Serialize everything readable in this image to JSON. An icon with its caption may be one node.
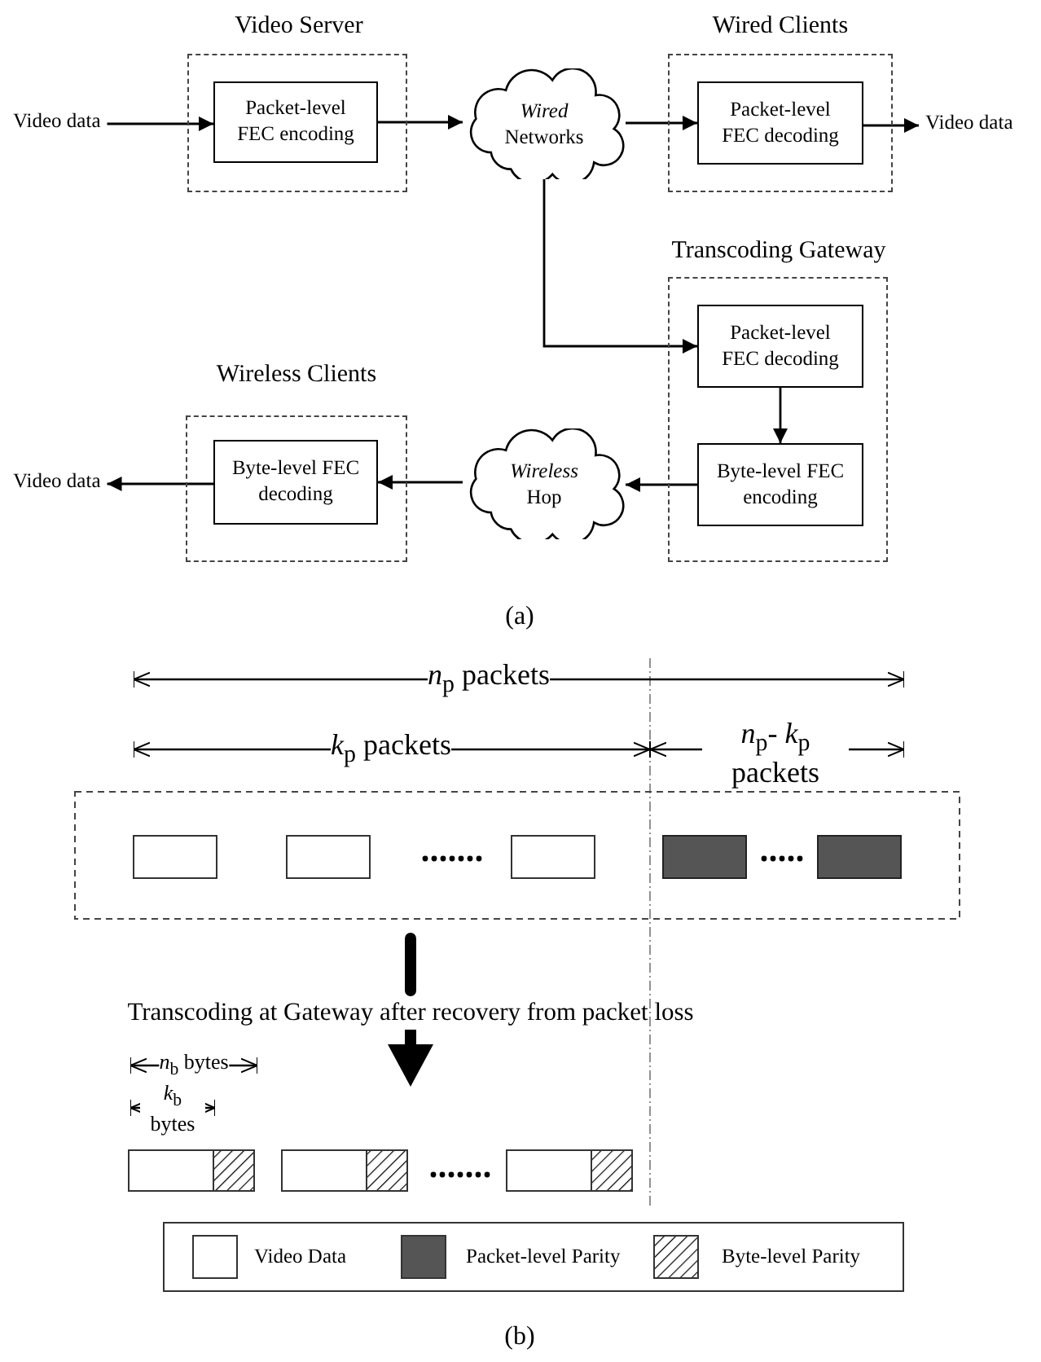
{
  "diagram": {
    "nodes": [
      {
        "text": [
          "Video data"
        ]
      },
      {
        "text": [
          "Video Server"
        ]
      },
      {
        "text": [
          "Packet-level FEC encoding"
        ],
        "in": 1
      },
      {
        "text": [
          "*Wired* Networks"
        ]
      },
      {
        "text": [
          "Wired Clients"
        ]
      },
      {
        "text": [
          "Packet-level FEC decoding"
        ],
        "in": 4
      },
      {
        "text": [
          "Video data"
        ]
      },
      {
        "text": [
          "Transcoding Gateway"
        ]
      },
      {
        "text": [
          "Packet-level FEC decoding"
        ],
        "in": 7
      },
      {
        "text": [
          "Byte-level FEC encoding"
        ],
        "in": 7
      },
      {
        "text": [
          "Wireless Clients"
        ]
      },
      {
        "text": [
          "Byte-level FEC decoding"
        ],
        "in": 10
      },
      {
        "text": [
          "*Wireless* Hop"
        ]
      },
      {
        "text": [
          "Video data"
        ]
      }
    ],
    "edges": [
      {
        "from": 0,
        "to": 2,
        "arrow": "to"
      },
      {
        "from": 2,
        "to": 3,
        "arrow": "to"
      },
      {
        "from": 3,
        "to": 5,
        "arrow": "to"
      },
      {
        "from": 5,
        "to": 6,
        "arrow": "to"
      },
      {
        "from": 3,
        "to": 8,
        "arrow": "to"
      },
      {
        "from": 8,
        "to": 9,
        "arrow": "to"
      },
      {
        "from": 9,
        "to": 12,
        "arrow": "to"
      },
      {
        "from": 12,
        "to": 11,
        "arrow": "to"
      },
      {
        "from": 11,
        "to": 13,
        "arrow": "to"
      }
    ],
    "labels": [
      "(a)",
      "*n*$_{p}$ packets",
      "*k*$_{p}$ packets",
      "*n*$_{p}$- *k*$_{p}$ packets",
      "Transcoding at Gateway after recovery from packet loss",
      "*n*$_{b}$ bytes",
      "*k*$_{b}$ bytes",
      "(b)"
    ],
    "legend": [
      {
        "text": "Video Data",
        "color": "#ffffff"
      },
      {
        "text": "Packet-level Parity",
        "color": "#555555"
      },
      {
        "text": "Byte-level Parity"
      }
    ]
  }
}
